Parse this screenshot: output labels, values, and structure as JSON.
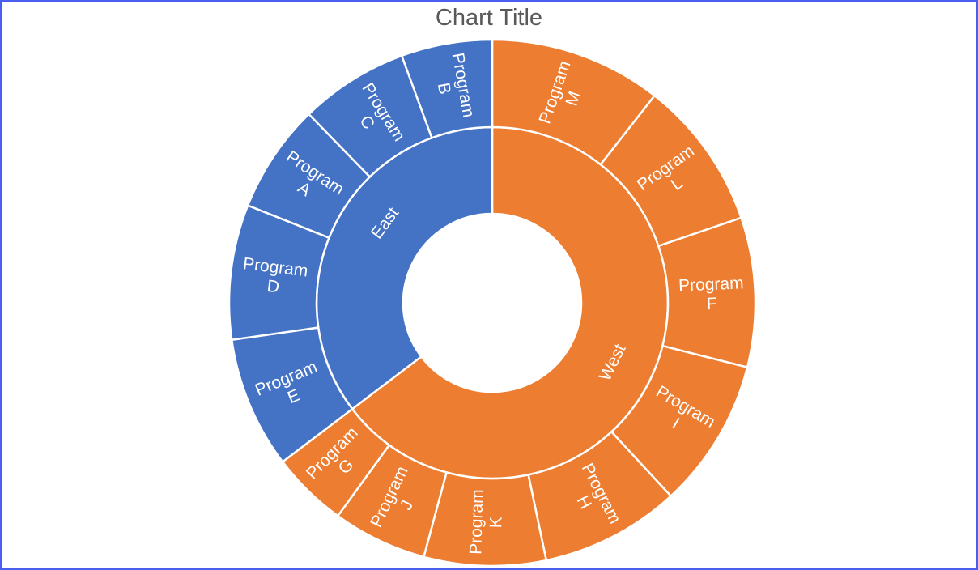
{
  "chart_data": {
    "type": "sunburst",
    "title": "Chart Title",
    "colors": {
      "East": "#4472c4",
      "West": "#ed7d31"
    },
    "start_angle_deg": 0,
    "direction": "clockwise",
    "rings": [
      "region",
      "program"
    ],
    "categories": [
      "West",
      "East"
    ],
    "series": [
      {
        "name": "West",
        "color": "#ed7d31",
        "children": [
          {
            "name": "Program M",
            "value": 10.6
          },
          {
            "name": "Program L",
            "value": 9.2
          },
          {
            "name": "Program F",
            "value": 9.2
          },
          {
            "name": "Program I",
            "value": 9.2
          },
          {
            "name": "Program H",
            "value": 8.6
          },
          {
            "name": "Program K",
            "value": 7.5
          },
          {
            "name": "Program J",
            "value": 5.8
          },
          {
            "name": "Program G",
            "value": 4.7
          }
        ]
      },
      {
        "name": "East",
        "color": "#4472c4",
        "children": [
          {
            "name": "Program E",
            "value": 8.1
          },
          {
            "name": "Program D",
            "value": 8.3
          },
          {
            "name": "Program A",
            "value": 6.7
          },
          {
            "name": "Program C",
            "value": 6.7
          },
          {
            "name": "Program B",
            "value": 5.6
          }
        ]
      }
    ],
    "xlabel": "",
    "ylabel": "",
    "legend": "none"
  }
}
